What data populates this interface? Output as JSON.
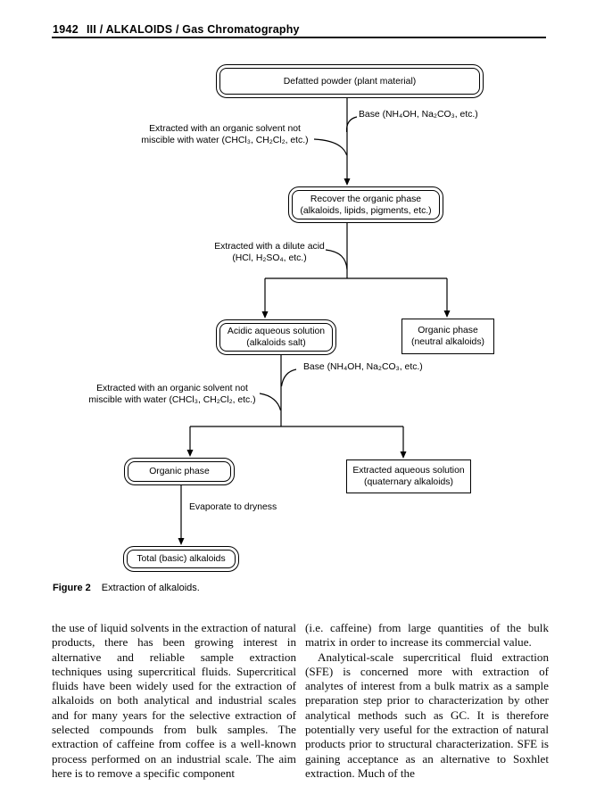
{
  "header": {
    "page_number": "1942",
    "title": "III / ALKALOIDS / Gas Chromatography"
  },
  "flowchart": {
    "boxes": {
      "defatted": "Defatted powder (plant material)",
      "recover": "Recover the organic phase\n(alkaloids, lipids, pigments, etc.)",
      "acidic_aqueous": "Acidic aqueous solution\n(alkaloids salt)",
      "organic_neutral": "Organic phase\n(neutral alkaloids)",
      "organic_phase": "Organic phase",
      "extracted_aqueous": "Extracted aqueous solution\n(quaternary alkaloids)",
      "total_alkaloids": "Total (basic) alkaloids"
    },
    "labels": {
      "base_1": "Base (NH₄OH, Na₂CO₃, etc.)",
      "solvent_1": "Extracted with an organic solvent not\nmiscible with water (CHCl₃, CH₂Cl₂, etc.)",
      "dilute_acid": "Extracted with a dilute acid\n(HCl, H₂SO₄, etc.)",
      "base_2": "Base (NH₄OH, Na₂CO₃, etc.)",
      "solvent_2": "Extracted with an organic solvent not\nmiscible with water (CHCl₃, CH₂Cl₂, etc.)",
      "evaporate": "Evaporate to dryness"
    }
  },
  "caption": {
    "label": "Figure 2",
    "text": "Extraction of alkaloids."
  },
  "body": {
    "left_column": "the use of liquid solvents in the extraction of natural products, there has been growing interest in alternative and reliable sample extraction techniques using supercritical fluids. Supercritical fluids have been widely used for the extraction of alkaloids on both analytical and industrial scales and for many years for the selective extraction of selected compounds from bulk samples. The extraction of caffeine from coffee is a well-known process performed on an industrial scale. The aim here is to remove a specific component",
    "right_column_p1": "(i.e. caffeine) from large quantities of the bulk matrix in order to increase its commercial value.",
    "right_column_p2": "Analytical-scale supercritical fluid extraction (SFE) is concerned more with extraction of analytes of interest from a bulk matrix as a sample preparation step prior to characterization by other analytical methods such as GC. It is therefore potentially very useful for the extraction of natural products prior to structural characterization. SFE is gaining acceptance as an alternative to Soxhlet extraction. Much of the"
  }
}
